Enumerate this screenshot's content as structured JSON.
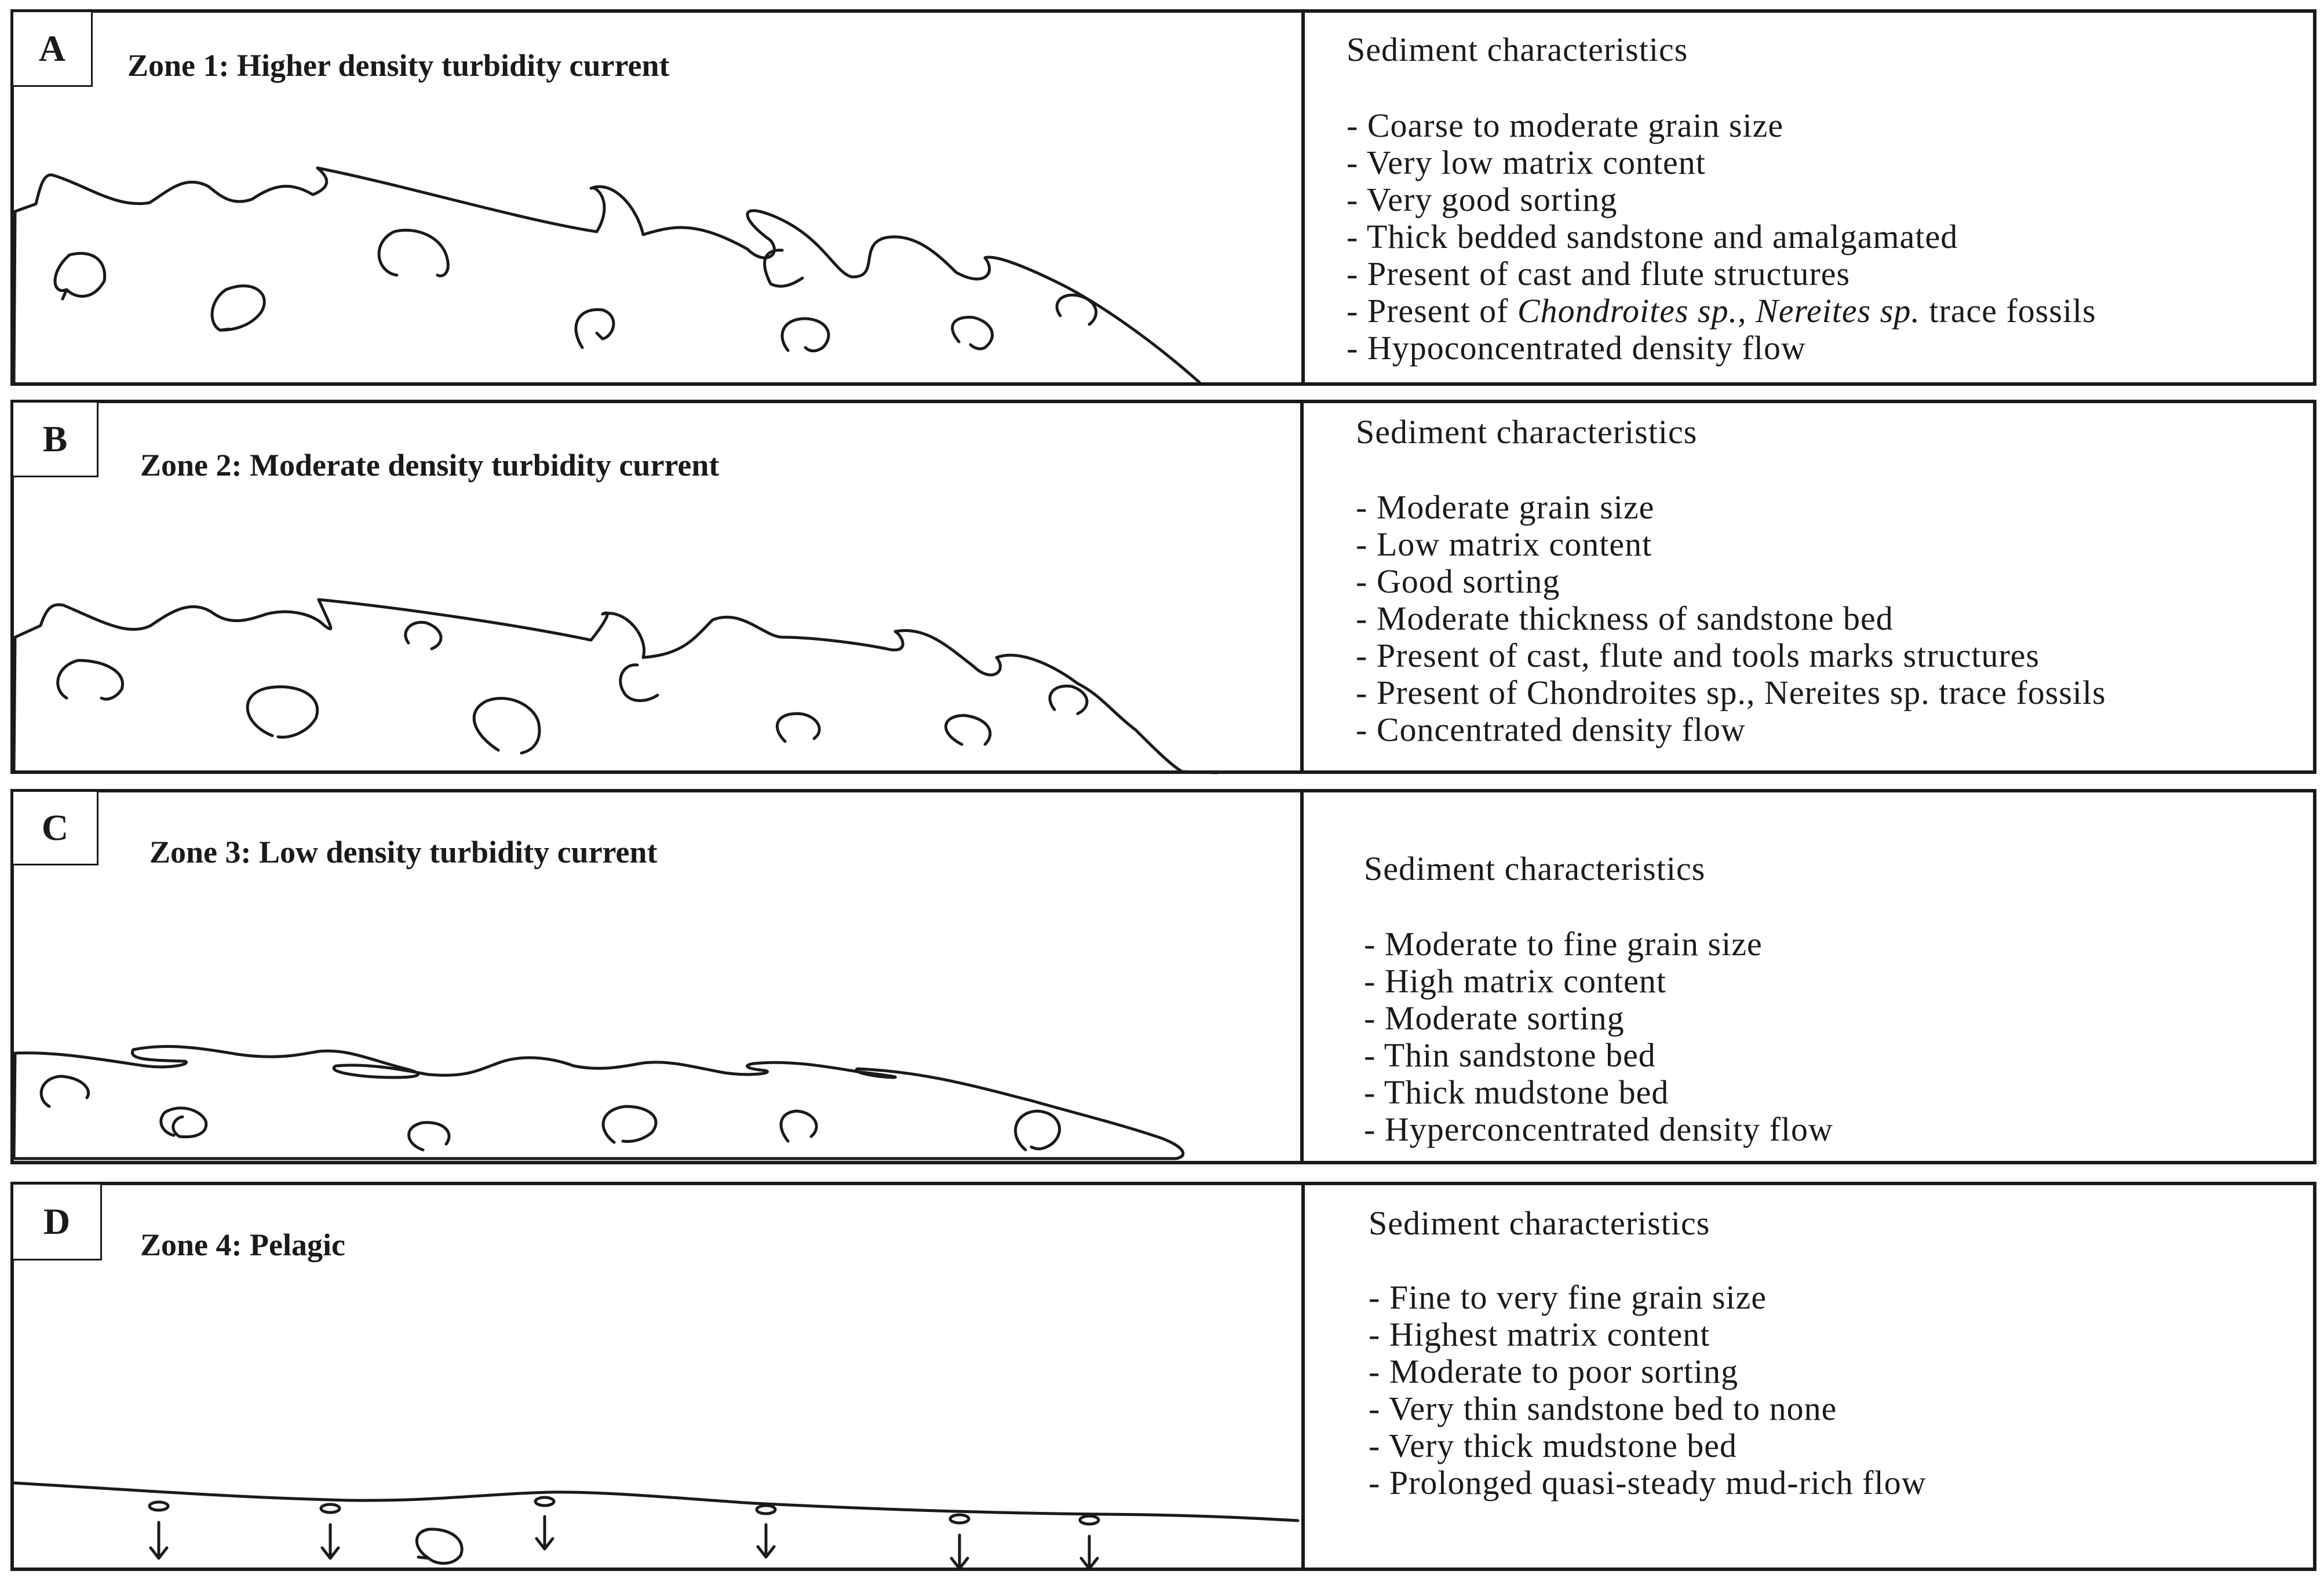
{
  "panels": [
    {
      "letter": "A",
      "title": "Zone 1: Higher density turbidity current",
      "heading": "Sediment characteristics",
      "items": [
        "Coarse to moderate grain size",
        "Very low matrix content",
        "Very good sorting",
        "Thick bedded sandstone and amalgamated",
        "Present of cast and flute structures"
      ],
      "fossil_item": {
        "prefix": "Present of ",
        "species_1": "Chondroites sp.",
        "separator": ", ",
        "species_2": "Nereites sp.",
        "suffix": " trace fossils"
      },
      "last_item": "Hypoconcentrated density flow"
    },
    {
      "letter": "B",
      "title": "Zone 2: Moderate density turbidity current",
      "heading": "Sediment characteristics",
      "items": [
        "Moderate grain size",
        "Low matrix content",
        "Good sorting",
        "Moderate thickness of sandstone bed",
        "Present of cast, flute and tools marks structures",
        "Present of Chondroites sp., Nereites sp. trace fossils",
        "Concentrated density flow"
      ]
    },
    {
      "letter": "C",
      "title": "Zone 3: Low density turbidity current",
      "heading": "Sediment characteristics",
      "items": [
        "Moderate to fine grain size",
        "High matrix content",
        "Moderate sorting",
        "Thin sandstone bed",
        "Thick mudstone bed",
        "Hyperconcentrated density flow"
      ]
    },
    {
      "letter": "D",
      "title": "Zone 4: Pelagic",
      "heading": "Sediment characteristics",
      "items": [
        "Fine to very fine grain size",
        "Highest matrix content",
        "Moderate to poor sorting",
        "Very thin sandstone bed to none",
        "Very thick mudstone bed",
        "Prolonged quasi-steady mud-rich flow"
      ]
    }
  ]
}
